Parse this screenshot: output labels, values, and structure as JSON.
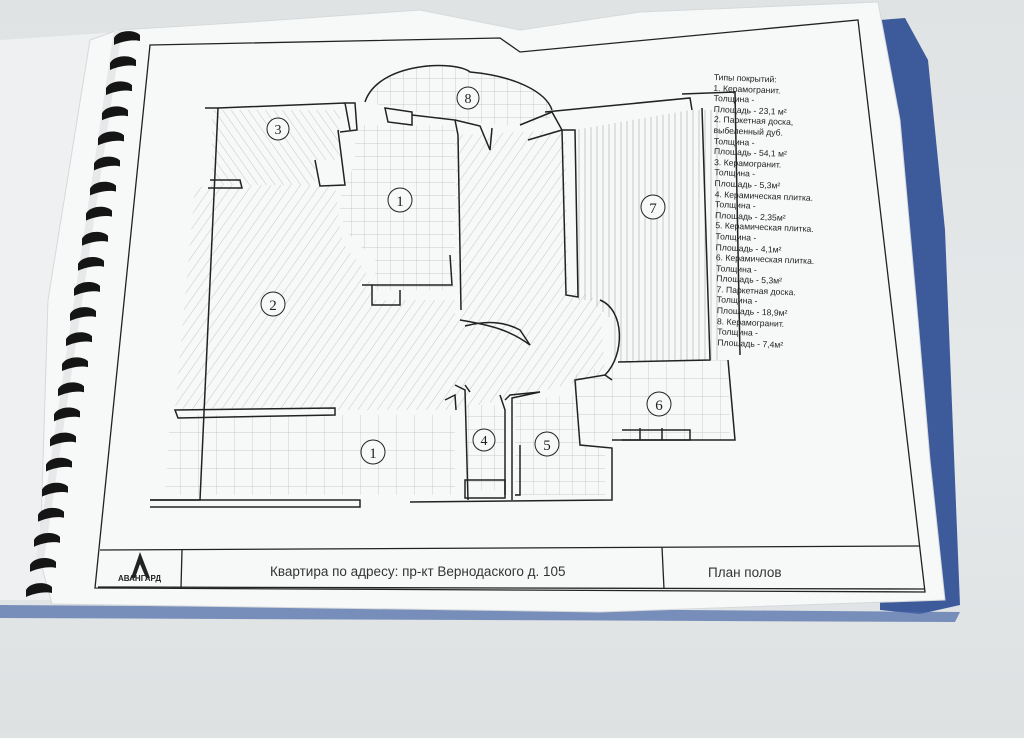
{
  "plan": {
    "room_numbers": [
      "8",
      "3",
      "1",
      "7",
      "2",
      "1",
      "4",
      "5",
      "6"
    ]
  },
  "legend": {
    "title": "Типы покрытий:",
    "lines": [
      "1. Керамогранит.",
      "Толщина -",
      "Площадь - 23,1 м²",
      "2. Паркетная доска, выбеленный дуб.",
      "Толщина -",
      "Площадь - 54,1 м²",
      "3. Керамогранит.",
      "Толщина -",
      "Площадь - 5,3м²",
      "4. Керамическая плитка.",
      "Толщина -",
      "Площадь - 2,35м²",
      "5. Керамическая плитка.",
      "Толщина -",
      "Площадь - 4,1м²",
      "6. Керамическая плитка.",
      "Толщина -",
      "Площадь - 5,3м²",
      "7. Паркетная доска.",
      "Толщина -",
      "Площадь - 18,9м²",
      "8. Керамогранит.",
      "Толщина -",
      "Площадь - 7,4м²"
    ]
  },
  "title_block": {
    "company": "АВАНГАРД",
    "address": "Квартира по адресу: пр-кт Вернодаского д. 105",
    "sheet_title": "План полов"
  },
  "colors": {
    "paper": "#f7f8f8",
    "folder_blue": "#3d5a9a",
    "binding": "#151515",
    "line": "#222222"
  }
}
